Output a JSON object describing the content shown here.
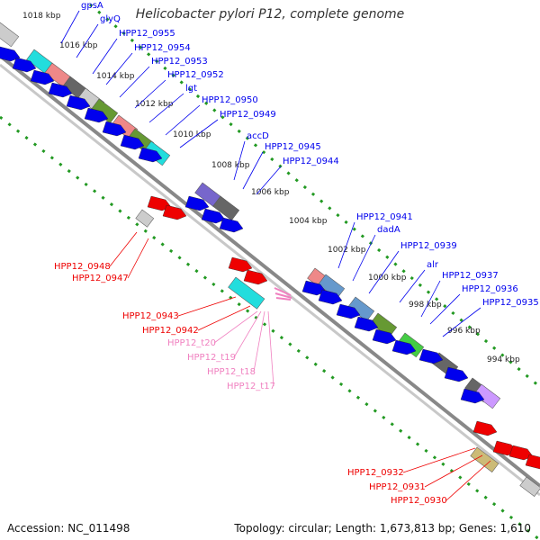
{
  "title": "Helicobacter pylori P12, complete genome",
  "accession": "Accession: NC_011498",
  "topology": "Topology: circular; Length: 1,673,813 bp; Genes: 1,610",
  "colors": {
    "forward_gene": "#0000ee",
    "reverse_gene": "#ee0000",
    "trna": "#f080c0",
    "backbone": "#888888",
    "tick_dots": "#229922"
  },
  "kbp_ticks": [
    {
      "label": "1018 kbp"
    },
    {
      "label": "1016 kbp"
    },
    {
      "label": "1014 kbp"
    },
    {
      "label": "1012 kbp"
    },
    {
      "label": "1010 kbp"
    },
    {
      "label": "1008 kbp"
    },
    {
      "label": "1006 kbp"
    },
    {
      "label": "1004 kbp"
    },
    {
      "label": "1002 kbp"
    },
    {
      "label": "1000 kbp"
    },
    {
      "label": "998 kbp"
    },
    {
      "label": "996 kbp"
    },
    {
      "label": "994 kbp"
    }
  ],
  "forward_labels": [
    "gpsA",
    "glyQ",
    "HPP12_0955",
    "HPP12_0954",
    "HPP12_0953",
    "HPP12_0952",
    "lgt",
    "HPP12_0950",
    "HPP12_0949",
    "accD",
    "HPP12_0945",
    "HPP12_0944",
    "HPP12_0941",
    "dadA",
    "HPP12_0939",
    "alr",
    "HPP12_0937",
    "HPP12_0936",
    "HPP12_0935"
  ],
  "reverse_labels": [
    "HPP12_0948",
    "HPP12_0947",
    "HPP12_0943",
    "HPP12_0942",
    "HPP12_0932",
    "HPP12_0931",
    "HPP12_0930"
  ],
  "trna_labels": [
    "HPP12_t20",
    "HPP12_t19",
    "HPP12_t18",
    "HPP12_t17"
  ]
}
